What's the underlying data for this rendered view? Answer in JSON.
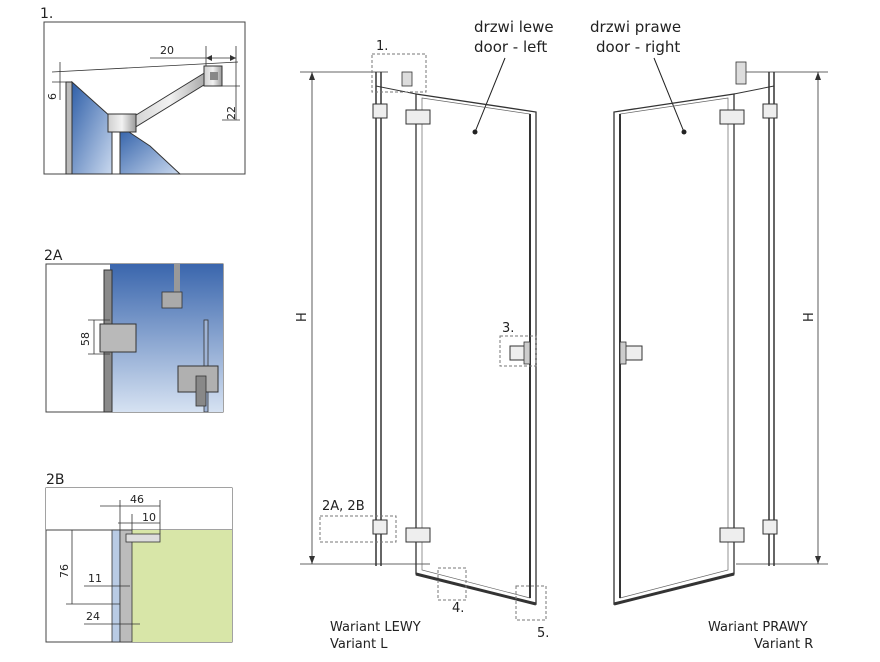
{
  "details": {
    "d1": {
      "label": "1.",
      "dim_20": "20",
      "dim_6": "6",
      "dim_22": "22"
    },
    "d2a": {
      "label": "2A",
      "dim_58": "58"
    },
    "d2b": {
      "label": "2B",
      "dim_46": "46",
      "dim_10": "10",
      "dim_76": "76",
      "dim_11": "11",
      "dim_24": "24"
    }
  },
  "left_door": {
    "title_pl": "drzwi lewe",
    "title_en": "door - left",
    "variant_pl": "Wariant LEWY",
    "variant_en": "Variant L",
    "height_label": "H",
    "callouts": {
      "c1": "1.",
      "c2": "2A, 2B",
      "c3": "3.",
      "c4": "4.",
      "c5": "5."
    }
  },
  "right_door": {
    "title_pl": "drzwi prawe",
    "title_en": "door - right",
    "variant_pl": "Wariant PRAWY",
    "variant_en": "Variant R",
    "height_label": "H"
  },
  "colors": {
    "glass": "#5b7fb8",
    "wall": "#d8e6a8",
    "frame": "#333333",
    "callout_box": "#777777"
  }
}
